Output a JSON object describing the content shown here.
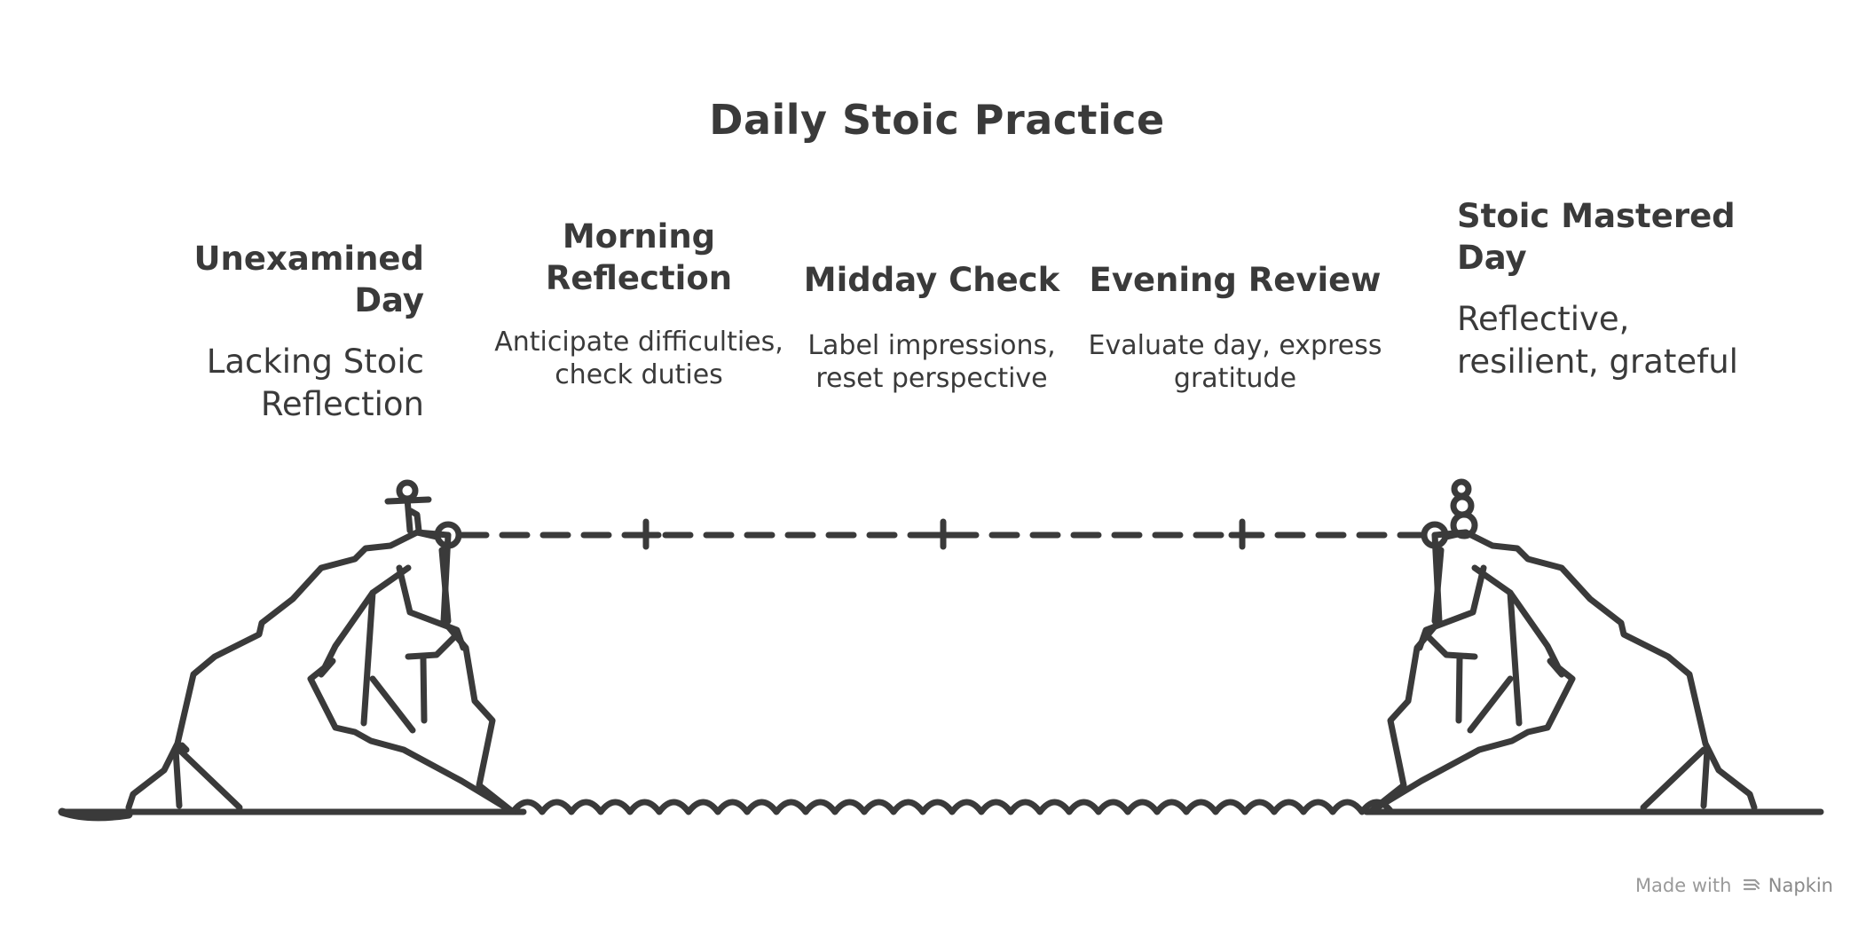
{
  "title": "Daily Stoic Practice",
  "stages": [
    {
      "heading": "Unexamined Day",
      "desc": "Lacking Stoic Reflection"
    },
    {
      "heading": "Morning Reflection",
      "desc": "Anticipate difficulties, check duties"
    },
    {
      "heading": "Midday Check",
      "desc": "Label impressions, reset perspective"
    },
    {
      "heading": "Evening Review",
      "desc": "Evaluate day, express gratitude"
    },
    {
      "heading": "Stoic Mastered Day",
      "desc": "Reflective, resilient, grateful"
    }
  ],
  "footer": {
    "prefix": "Made with",
    "brand": "Napkin"
  },
  "icons": {
    "left": "cliff-with-person-icon",
    "right": "cliff-with-stacked-stones-icon",
    "logo": "napkin-logo-icon"
  },
  "colors": {
    "ink": "#3a3a3a",
    "footer": "#9a9a9a",
    "background": "#ffffff"
  }
}
